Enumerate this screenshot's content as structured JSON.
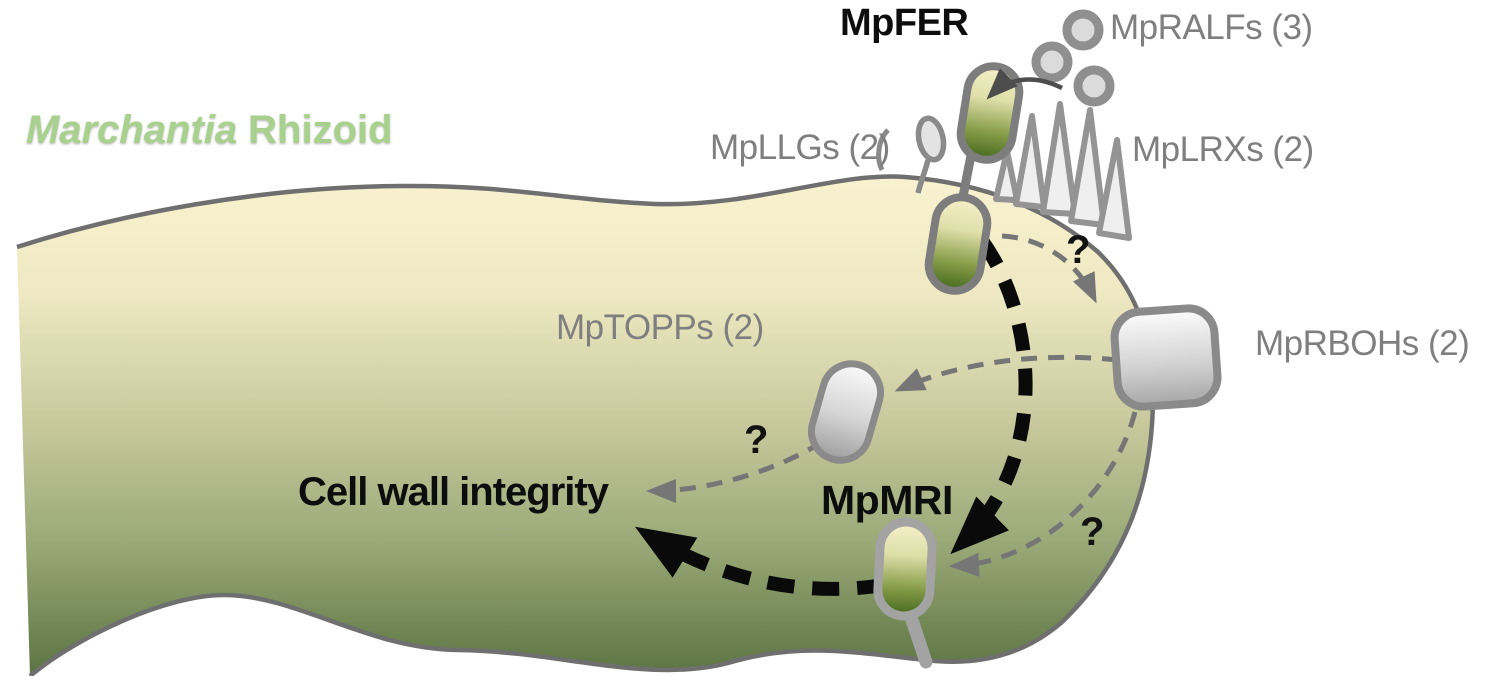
{
  "figure": {
    "title": {
      "genus": "Marchantia",
      "rest": "Rhizoid",
      "color": "#a9d18e"
    },
    "labels": {
      "mpfer": "MpFER",
      "mpralfs": "MpRALFs (3)",
      "mpllgs": "MpLLGs (2)",
      "mplrxs": "MpLRXs (2)",
      "mptopps": "MpTOPPs (2)",
      "mprbohs": "MpRBOHs (2)",
      "mpmri": "MpMRI",
      "cell_wall_integrity": "Cell wall integrity"
    },
    "question_marks": {
      "fer_to_rboh": "?",
      "topp_to_cell_wall": "?",
      "rboh_to_mri": "?"
    },
    "arrows": [
      {
        "from": "MpRALFs",
        "to": "MpFER",
        "style": "solid-thin-dark-gray"
      },
      {
        "from": "MpFER",
        "to": "MpMRI",
        "style": "thick-black-dashed-curve"
      },
      {
        "from": "MpMRI",
        "to": "Cell wall integrity",
        "style": "thick-black-dashed-curve"
      },
      {
        "from": "MpFER",
        "to": "MpRBOHs",
        "style": "thin-gray-dashed",
        "question_mark": true
      },
      {
        "from": "MpRBOHs",
        "to": "MpTOPPs",
        "style": "thin-gray-dashed"
      },
      {
        "from": "MpTOPPs",
        "to": "Cell wall integrity",
        "style": "thin-gray-dashed",
        "question_mark": true
      },
      {
        "from": "MpRBOHs",
        "to": "MpMRI",
        "style": "thin-gray-dashed",
        "question_mark": true
      }
    ],
    "colors": {
      "cell_gradient_top": "#f9f2d0",
      "cell_gradient_bottom": "#5b7342",
      "membrane": "#6f6f6f",
      "receptor_fill_top": "#f6f0ca",
      "receptor_fill_bottom": "#44681d",
      "receptor_border": "#7d7d7d",
      "gray_protein_fill": "#d4d4d4",
      "gray_protein_border": "#8a8a8a",
      "label_gray": "#7f7f7f",
      "title_green": "#a9d18e",
      "arrow_black": "#0a0a0a",
      "arrow_gray": "#767676"
    }
  }
}
